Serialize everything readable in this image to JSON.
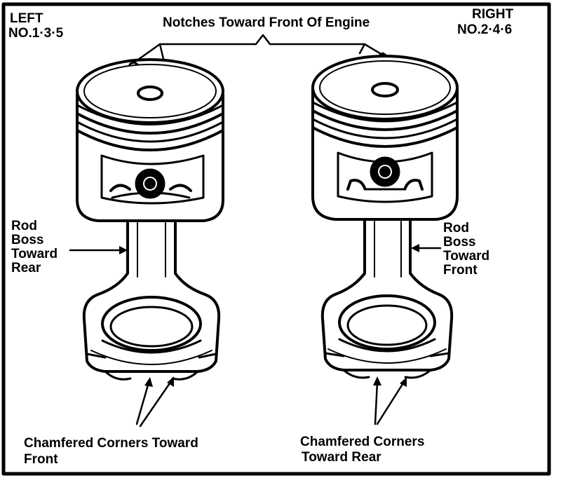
{
  "labels": {
    "left_title": "LEFT",
    "left_cyl": "NO.1·3·5",
    "right_title": "RIGHT",
    "right_cyl": "NO.2·4·6",
    "notches": "Notches Toward Front Of Engine",
    "left_rod": [
      "Rod",
      "Boss",
      "Toward",
      "Rear"
    ],
    "right_rod": [
      "Rod",
      "Boss",
      "Toward",
      "Front"
    ],
    "left_chamfer": [
      "Chamfered Corners Toward",
      "Front"
    ],
    "right_chamfer": [
      "Chamfered Corners",
      "Toward Rear"
    ]
  },
  "colors": {
    "ink": "#000000",
    "paper": "#ffffff"
  }
}
